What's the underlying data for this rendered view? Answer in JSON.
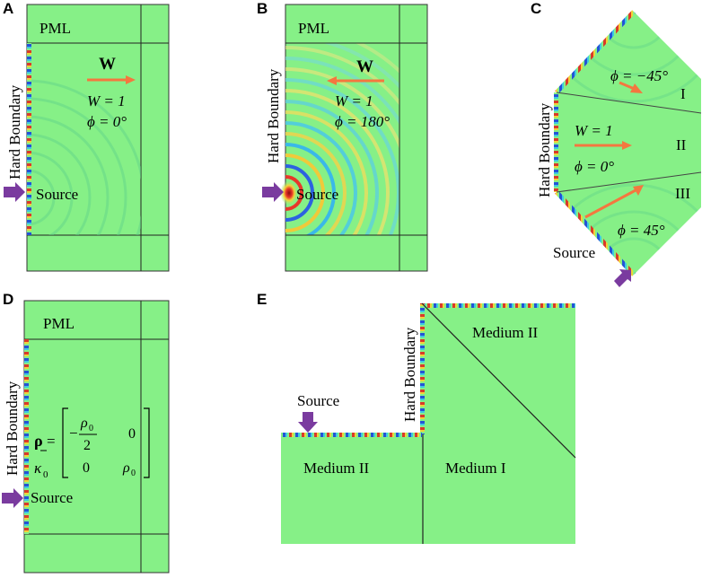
{
  "colors": {
    "field": "#86f087",
    "arrow": "#f4773f",
    "source_arrow": "#7a3b9f",
    "line": "#1a1a1a"
  },
  "panels": {
    "A": {
      "letter": "A",
      "pml": "PML",
      "hard_boundary": "Hard Boundary",
      "source": "Source",
      "vector": "W",
      "w_eq": "W = 1",
      "phi_eq": "ϕ = 0°"
    },
    "B": {
      "letter": "B",
      "pml": "PML",
      "hard_boundary": "Hard Boundary",
      "source": "Source",
      "vector": "W",
      "w_eq": "W = 1",
      "phi_eq": "ϕ = 180°"
    },
    "C": {
      "letter": "C",
      "hard_boundary": "Hard Boundary",
      "source": "Source",
      "phi_top": "ϕ = −45°",
      "w_eq": "W = 1",
      "phi_mid": "ϕ = 0°",
      "phi_bot": "ϕ = 45°",
      "region_1": "I",
      "region_2": "II",
      "region_3": "III"
    },
    "D": {
      "letter": "D",
      "pml": "PML",
      "hard_boundary": "Hard Boundary",
      "source": "Source",
      "rho": "ρ",
      "equals": "=",
      "kappa": "κ",
      "kappa_sub": "0",
      "m11_num": "ρ",
      "m11_num_sub": "0",
      "m11_minus": "−",
      "m11_den": "2",
      "m12": "0",
      "m21": "0",
      "m22": "ρ",
      "m22_sub": "0"
    },
    "E": {
      "letter": "E",
      "hard_boundary": "Hard Boundary",
      "source": "Source",
      "medium_top": "Medium II",
      "medium_left": "Medium II",
      "medium_right": "Medium I"
    }
  }
}
